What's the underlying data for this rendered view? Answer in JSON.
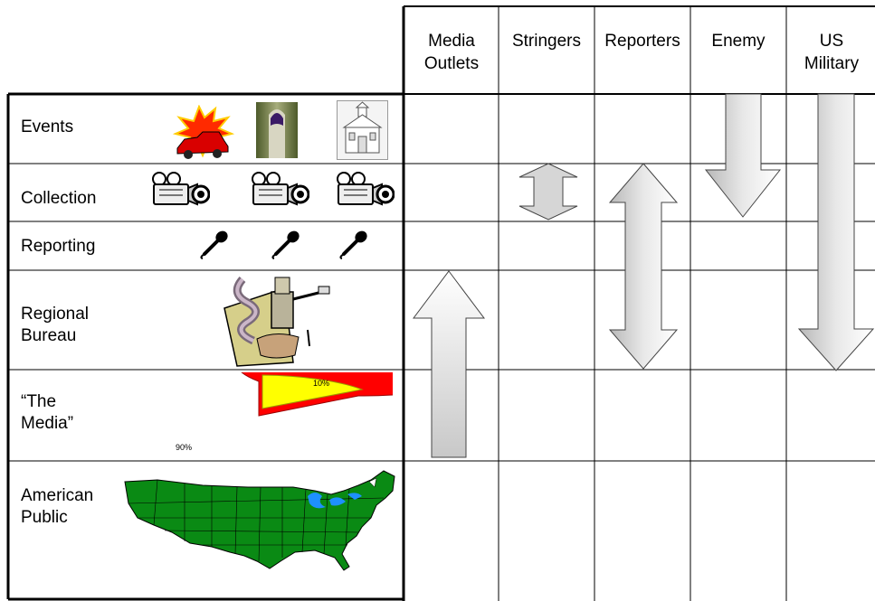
{
  "columns": [
    {
      "label": "Media\nOutlets"
    },
    {
      "label": "Stringers"
    },
    {
      "label": "Reporters"
    },
    {
      "label": "Enemy"
    },
    {
      "label": "US\nMilitary"
    }
  ],
  "rows": [
    {
      "label": "Events",
      "icons": [
        "car-explosion-icon",
        "ink-finger-icon",
        "schoolhouse-icon"
      ]
    },
    {
      "label": "Collection",
      "icons": [
        "video-camera-icon",
        "video-camera-icon",
        "video-camera-icon"
      ]
    },
    {
      "label": "Reporting",
      "icons": [
        "microphone-icon",
        "microphone-icon",
        "microphone-icon"
      ]
    },
    {
      "label": "Regional\nBureau",
      "icons": [
        "meat-grinder-icon"
      ]
    },
    {
      "label": "“The\nMedia”",
      "icons": [
        "pie-chart-icon"
      ]
    },
    {
      "label": "American\nPublic",
      "icons": [
        "us-map-icon"
      ]
    }
  ],
  "media_pie": {
    "slices": [
      {
        "label": "10%",
        "value": 10,
        "color": "#ffff00"
      },
      {
        "label": "90%",
        "value": 90,
        "color": "#ff0000"
      }
    ]
  },
  "flows": [
    {
      "column": "Media Outlets",
      "direction": "up",
      "from": "“The Media”",
      "to": "Regional Bureau"
    },
    {
      "column": "Stringers",
      "direction": "both",
      "from": "Collection",
      "to": "Collection"
    },
    {
      "column": "Reporters",
      "direction": "both",
      "from": "Collection",
      "to": "Regional Bureau"
    },
    {
      "column": "Enemy",
      "direction": "down",
      "from": "Events",
      "to": "Collection"
    },
    {
      "column": "US Military",
      "direction": "down",
      "from": "Events",
      "to": "Regional Bureau"
    }
  ],
  "colors": {
    "map_green": "#008000",
    "water": "#1e90ff",
    "pie_red": "#ff0000",
    "pie_yellow": "#ffff00",
    "arrow_gray": "#c8c8c8"
  }
}
